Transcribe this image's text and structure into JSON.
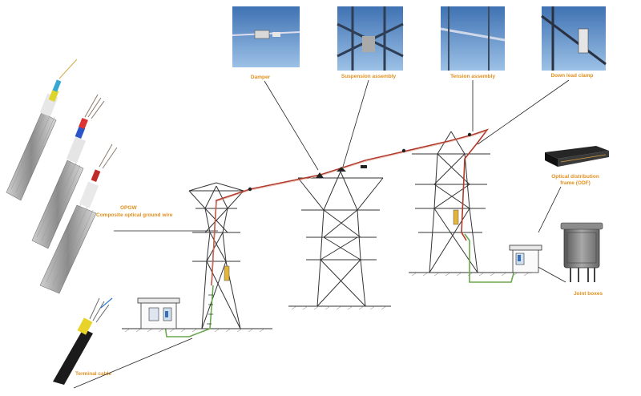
{
  "labels": {
    "damper": "Damper",
    "suspension": "Suspension assembly",
    "tension": "Tension assembly",
    "downlead": "Down lead clamp",
    "opgw_line1": "OPGW",
    "opgw_line2": "Composite optical ground wire",
    "odf_line1": "Optical distribution",
    "odf_line2": "frame (ODF)",
    "joint": "Joint boxes",
    "terminal": "Terminal cable"
  },
  "colors": {
    "label": "#e0901e",
    "tower": "#333333",
    "opgw": "#b23a2a",
    "ground_cable": "#6aa84f",
    "photo_sky": "#5b8fc9"
  }
}
